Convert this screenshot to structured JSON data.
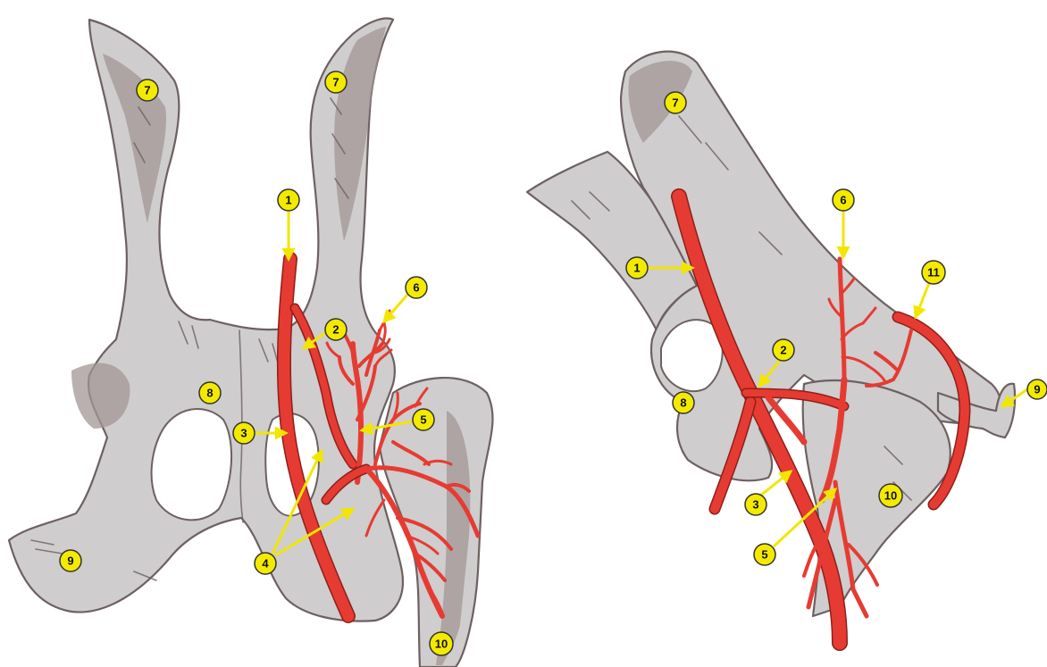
{
  "colors": {
    "bone": "#cfcdcd",
    "bone_shadow": "#a39596",
    "outline": "#6e6061",
    "artery": "#e63b32",
    "label_fill": "#f3ea00"
  },
  "panels": [
    {
      "id": "left",
      "labels": [
        {
          "id": "l-7a",
          "text": "7"
        },
        {
          "id": "l-7b",
          "text": "7"
        },
        {
          "id": "l-1",
          "text": "1"
        },
        {
          "id": "l-2",
          "text": "2"
        },
        {
          "id": "l-6",
          "text": "6"
        },
        {
          "id": "l-8",
          "text": "8"
        },
        {
          "id": "l-3",
          "text": "3"
        },
        {
          "id": "l-5",
          "text": "5"
        },
        {
          "id": "l-4",
          "text": "4"
        },
        {
          "id": "l-9",
          "text": "9"
        },
        {
          "id": "l-10",
          "text": "10"
        }
      ]
    },
    {
      "id": "right",
      "labels": [
        {
          "id": "r-7",
          "text": "7"
        },
        {
          "id": "r-6",
          "text": "6"
        },
        {
          "id": "r-1",
          "text": "1"
        },
        {
          "id": "r-11",
          "text": "11"
        },
        {
          "id": "r-2",
          "text": "2"
        },
        {
          "id": "r-8",
          "text": "8"
        },
        {
          "id": "r-9",
          "text": "9"
        },
        {
          "id": "r-3",
          "text": "3"
        },
        {
          "id": "r-10",
          "text": "10"
        },
        {
          "id": "r-5",
          "text": "5"
        }
      ]
    }
  ]
}
